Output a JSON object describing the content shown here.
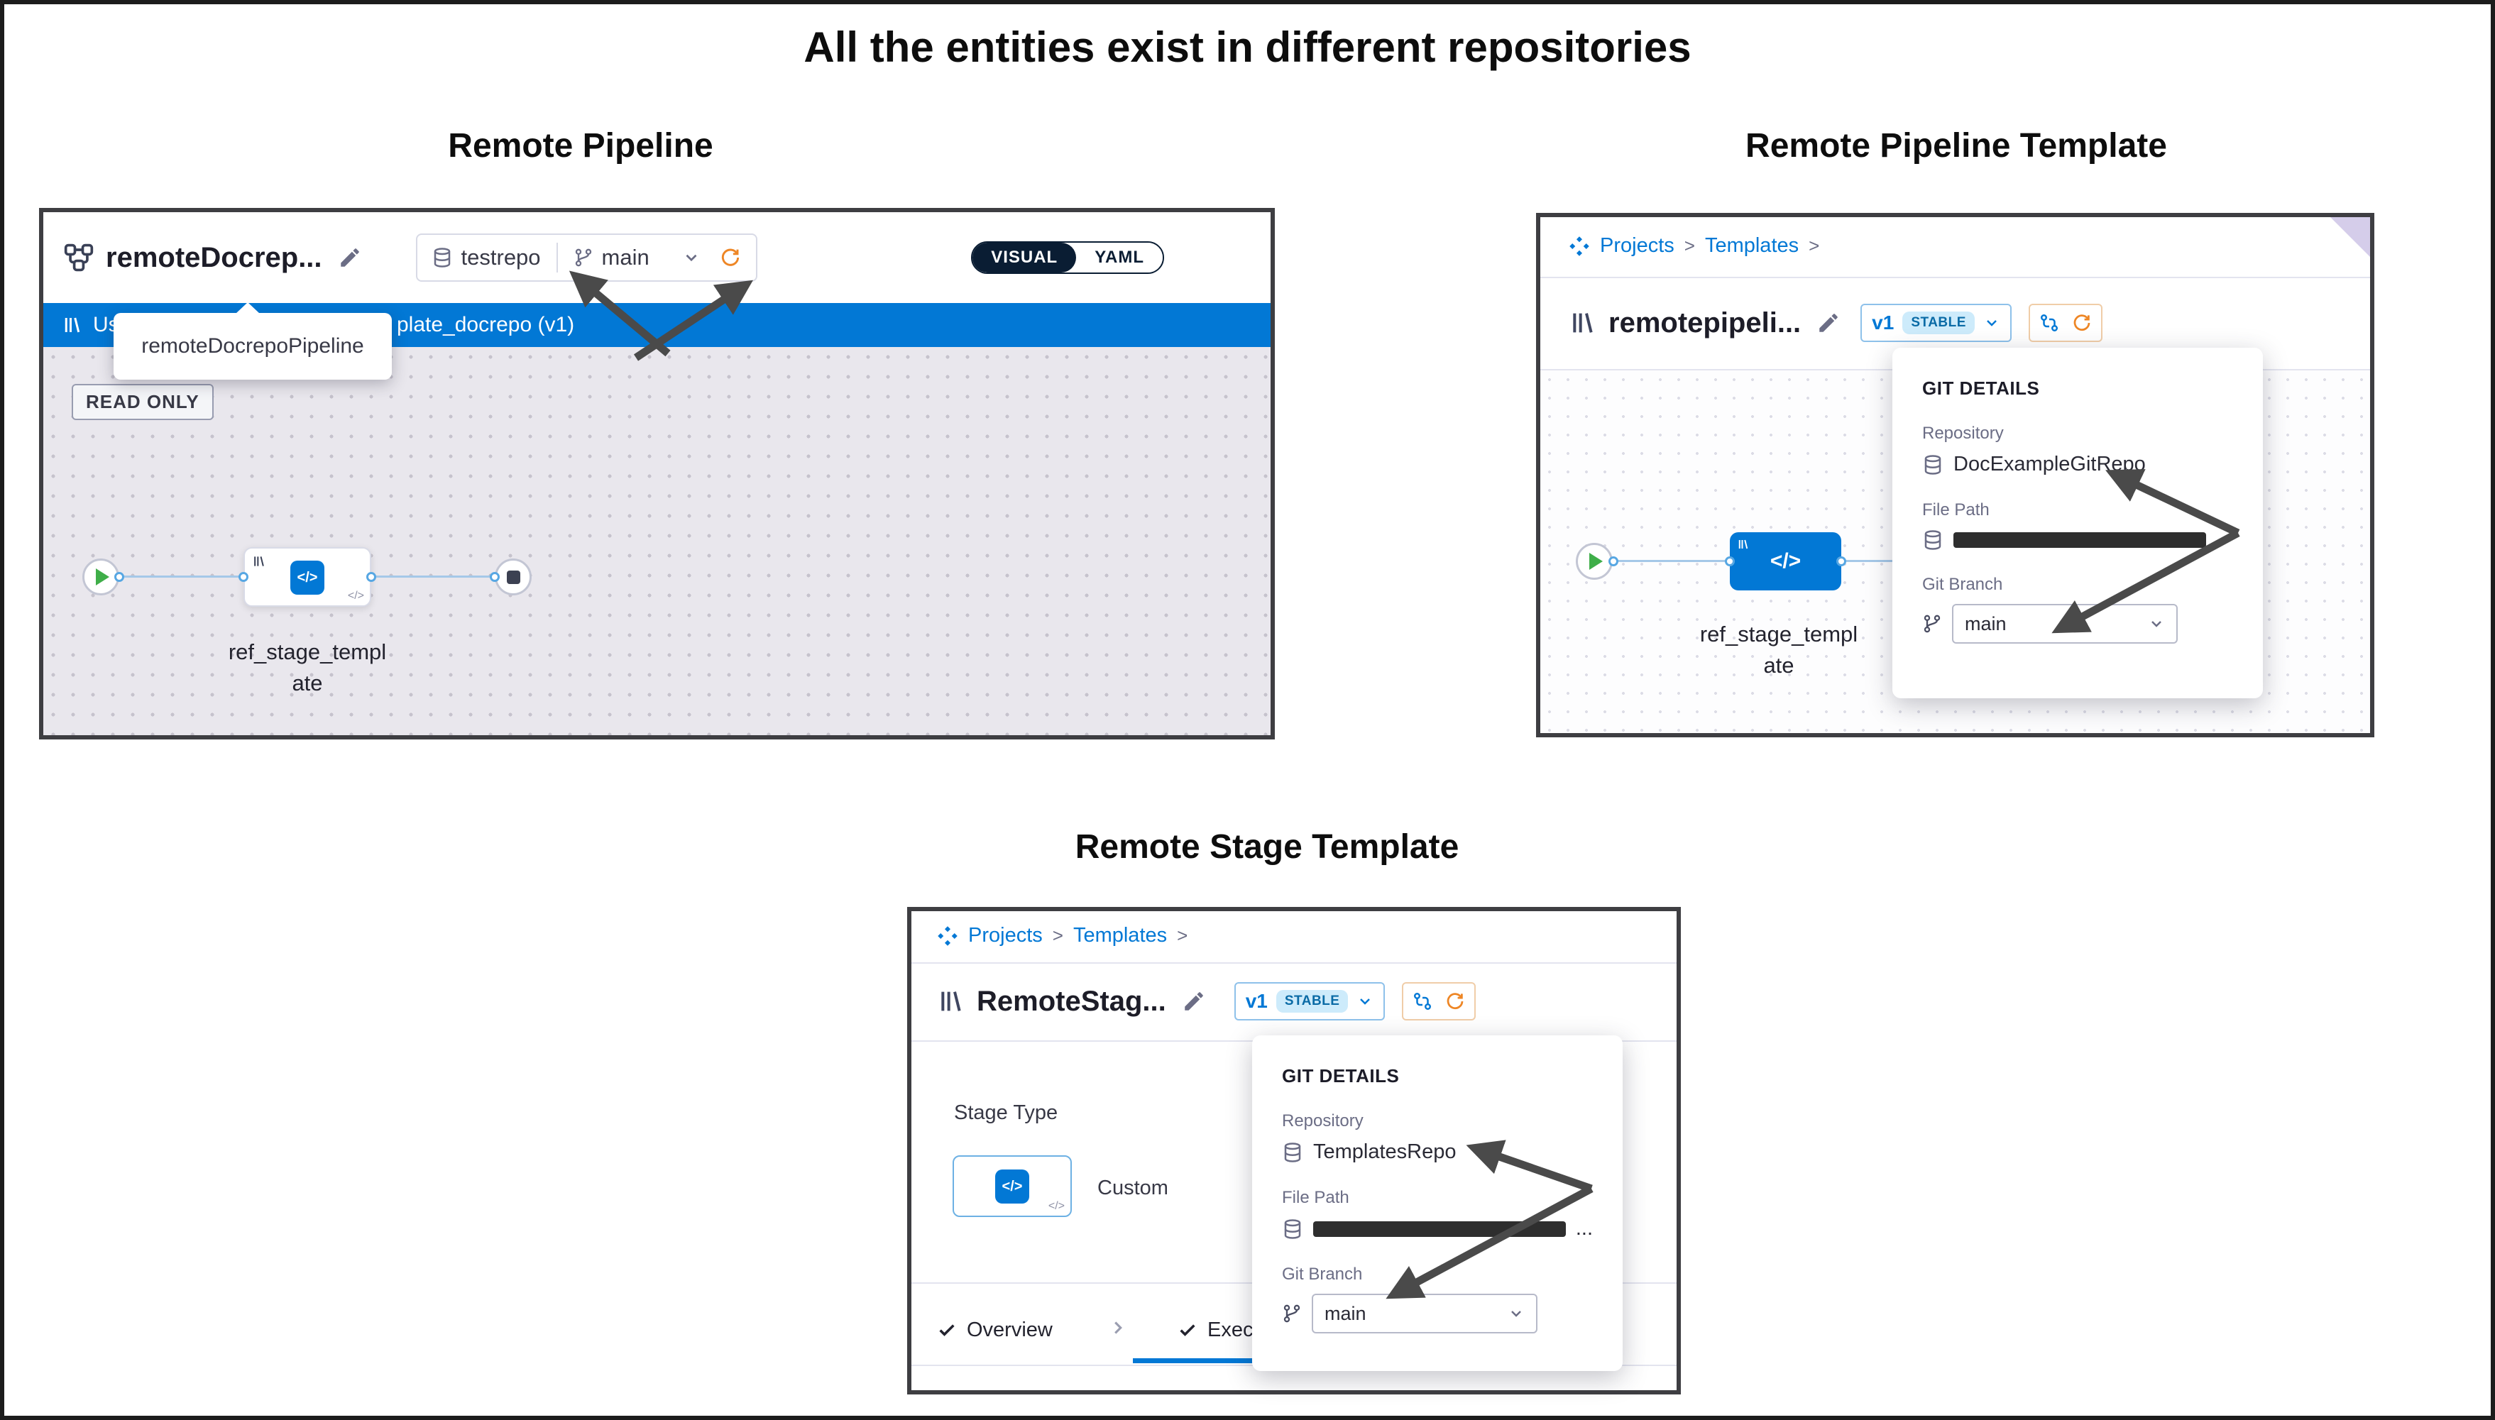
{
  "page_title": "All the entities exist in different repositories",
  "icons": {
    "code_glyph": "</>"
  },
  "remote_pipeline": {
    "heading": "Remote Pipeline",
    "pipeline_name": "remoteDocrep...",
    "name_tooltip": "remoteDocrepoPipeline",
    "repo_name": "testrepo",
    "branch_name": "main",
    "visual_toggle": "VISUAL",
    "yaml_toggle": "YAML",
    "banner_text_start": "Us",
    "banner_text_end": "plate_docrepo (v1)",
    "read_only_badge": "READ ONLY",
    "stage_label_line1": "ref_stage_templ",
    "stage_label_line2": "ate"
  },
  "remote_pipeline_template": {
    "heading": "Remote Pipeline Template",
    "breadcrumb_projects": "Projects",
    "breadcrumb_templates": "Templates",
    "breadcrumb_separator": ">",
    "template_name": "remotepipeli...",
    "version_label": "v1",
    "stable_badge": "STABLE",
    "stage_label_line1": "ref_stage_templ",
    "stage_label_line2": "ate",
    "git_details": {
      "title": "GIT DETAILS",
      "repository_label": "Repository",
      "repository_value": "DocExampleGitRepo",
      "file_path_label": "File Path",
      "git_branch_label": "Git Branch",
      "branch_value": "main"
    }
  },
  "remote_stage_template": {
    "heading": "Remote Stage Template",
    "breadcrumb_projects": "Projects",
    "breadcrumb_templates": "Templates",
    "breadcrumb_separator": ">",
    "template_name": "RemoteStag...",
    "version_label": "v1",
    "stable_badge": "STABLE",
    "stage_type_label": "Stage Type",
    "stage_type_value": "Custom",
    "tab_overview": "Overview",
    "tab_execution": "Exec",
    "file_path_ellipsis": "...",
    "git_details": {
      "title": "GIT DETAILS",
      "repository_label": "Repository",
      "repository_value": "TemplatesRepo",
      "file_path_label": "File Path",
      "git_branch_label": "Git Branch",
      "branch_value": "main"
    }
  }
}
